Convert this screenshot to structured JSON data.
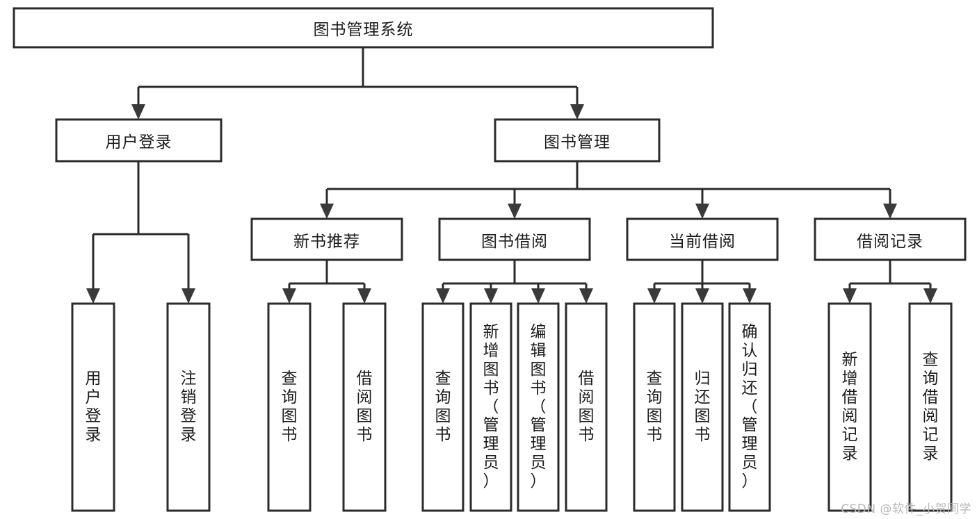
{
  "diagram": {
    "type": "tree-hierarchy",
    "orientation": "top-down",
    "root": {
      "label": "图书管理系统"
    },
    "level2": [
      {
        "label": "用户登录"
      },
      {
        "label": "图书管理"
      }
    ],
    "level3": [
      {
        "label": "新书推荐",
        "parent": "图书管理"
      },
      {
        "label": "图书借阅",
        "parent": "图书管理"
      },
      {
        "label": "当前借阅",
        "parent": "图书管理"
      },
      {
        "label": "借阅记录",
        "parent": "图书管理"
      }
    ],
    "leaves": {
      "user_login": [
        {
          "label": "用户登录",
          "chars": [
            "用",
            "户",
            "登",
            "录"
          ]
        },
        {
          "label": "注销登录",
          "chars": [
            "注",
            "销",
            "登",
            "录"
          ]
        }
      ],
      "new_book_recommend": [
        {
          "label": "查询图书",
          "chars": [
            "查",
            "询",
            "图",
            "书"
          ]
        },
        {
          "label": "借阅图书",
          "chars": [
            "借",
            "阅",
            "图",
            "书"
          ]
        }
      ],
      "book_borrow": [
        {
          "label": "查询图书",
          "chars": [
            "查",
            "询",
            "图",
            "书"
          ]
        },
        {
          "label": "新增图书（管理员）",
          "chars": [
            "新",
            "增",
            "图",
            "书",
            "（",
            "管",
            "理",
            "员",
            "）"
          ]
        },
        {
          "label": "编辑图书（管理员）",
          "chars": [
            "编",
            "辑",
            "图",
            "书",
            "（",
            "管",
            "理",
            "员",
            "）"
          ]
        },
        {
          "label": "借阅图书",
          "chars": [
            "借",
            "阅",
            "图",
            "书"
          ]
        }
      ],
      "current_borrow": [
        {
          "label": "查询图书",
          "chars": [
            "查",
            "询",
            "图",
            "书"
          ]
        },
        {
          "label": "归还图书",
          "chars": [
            "归",
            "还",
            "图",
            "书"
          ]
        },
        {
          "label": "确认归还（管理员）",
          "chars": [
            "确",
            "认",
            "归",
            "还",
            "（",
            "管",
            "理",
            "员",
            "）"
          ]
        }
      ],
      "borrow_record": [
        {
          "label": "新增借阅记录",
          "chars": [
            "新",
            "增",
            "借",
            "阅",
            "记",
            "录"
          ]
        },
        {
          "label": "查询借阅记录",
          "chars": [
            "查",
            "询",
            "借",
            "阅",
            "记",
            "录"
          ]
        }
      ]
    }
  },
  "watermark": {
    "text": "CSDN @软件_小贺同学"
  },
  "colors": {
    "background": "#ffffff",
    "box_fill": "#ffffff",
    "box_stroke": "#2b2b2b",
    "connector": "#2b2b2b",
    "text": "#1c1c1c",
    "watermark": "#b9b9b9"
  }
}
